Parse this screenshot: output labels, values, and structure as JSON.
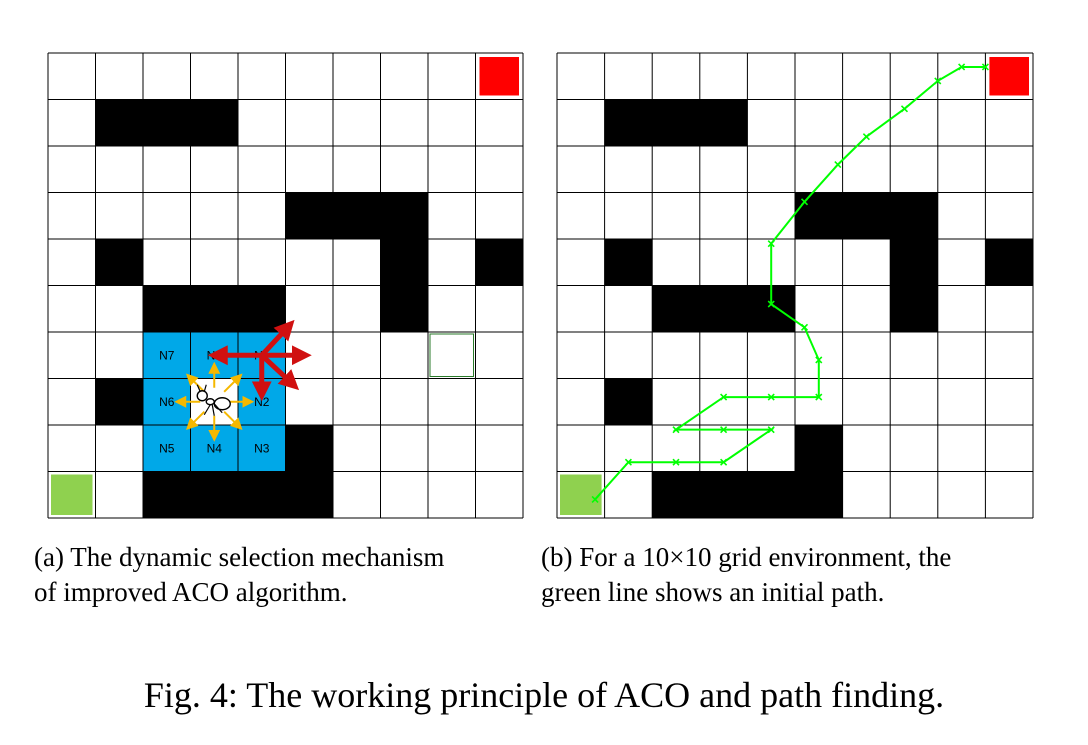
{
  "panel_a": {
    "caption_line1": "(a) The dynamic selection mechanism",
    "caption_line2": "of improved ACO algorithm.",
    "neighbor_labels": {
      "N1": "N1",
      "N2": "N2",
      "N3": "N3",
      "N4": "N4",
      "N5": "N5",
      "N6": "N6",
      "N7": "N7",
      "N8": "N8"
    },
    "obstacles": [
      [
        1,
        1
      ],
      [
        2,
        1
      ],
      [
        3,
        1
      ],
      [
        5,
        3
      ],
      [
        6,
        3
      ],
      [
        7,
        3
      ],
      [
        1,
        4
      ],
      [
        7,
        4
      ],
      [
        9,
        4
      ],
      [
        2,
        5
      ],
      [
        3,
        5
      ],
      [
        4,
        5
      ],
      [
        7,
        5
      ],
      [
        1,
        7
      ],
      [
        5,
        8
      ],
      [
        2,
        9
      ],
      [
        3,
        9
      ],
      [
        4,
        9
      ],
      [
        5,
        9
      ]
    ],
    "goal_cell": [
      9,
      0
    ],
    "start_cell": [
      0,
      9
    ],
    "ant_cell": [
      3,
      7
    ],
    "neighborhood_cells": [
      [
        2,
        6
      ],
      [
        3,
        6
      ],
      [
        4,
        6
      ],
      [
        2,
        7
      ],
      [
        4,
        7
      ],
      [
        2,
        8
      ],
      [
        3,
        8
      ],
      [
        4,
        8
      ]
    ]
  },
  "panel_b": {
    "caption_line1": "(b) For a 10×10 grid environment, the",
    "caption_line2": "green line shows an initial path.",
    "obstacles": [
      [
        1,
        1
      ],
      [
        2,
        1
      ],
      [
        3,
        1
      ],
      [
        5,
        3
      ],
      [
        6,
        3
      ],
      [
        7,
        3
      ],
      [
        1,
        4
      ],
      [
        7,
        4
      ],
      [
        9,
        4
      ],
      [
        2,
        5
      ],
      [
        3,
        5
      ],
      [
        4,
        5
      ],
      [
        7,
        5
      ],
      [
        1,
        7
      ],
      [
        5,
        8
      ],
      [
        2,
        9
      ],
      [
        3,
        9
      ],
      [
        4,
        9
      ],
      [
        5,
        9
      ]
    ],
    "goal_cell": [
      9,
      0
    ],
    "start_cell": [
      0,
      9
    ],
    "path_points": [
      [
        0.8,
        9.6
      ],
      [
        1.5,
        8.8
      ],
      [
        2.5,
        8.8
      ],
      [
        3.5,
        8.8
      ],
      [
        4.5,
        8.1
      ],
      [
        3.5,
        8.1
      ],
      [
        2.5,
        8.1
      ],
      [
        3.5,
        7.4
      ],
      [
        4.5,
        7.4
      ],
      [
        5.5,
        7.4
      ],
      [
        5.5,
        6.6
      ],
      [
        5.2,
        5.9
      ],
      [
        4.5,
        5.4
      ],
      [
        4.5,
        4.1
      ],
      [
        5.2,
        3.2
      ],
      [
        5.9,
        2.4
      ],
      [
        6.5,
        1.8
      ],
      [
        7.3,
        1.2
      ],
      [
        8.0,
        0.6
      ],
      [
        8.5,
        0.3
      ],
      [
        9.0,
        0.3
      ]
    ]
  },
  "figure_caption": "Fig. 4: The working principle of ACO and path finding.",
  "colors": {
    "obstacle": "#000000",
    "goal": "#ff0000",
    "start": "#8fd14f",
    "neighborhood": "#00a8e8",
    "path": "#00ff00",
    "red_arrow": "#d01010",
    "yellow_arrow": "#f5b800"
  }
}
